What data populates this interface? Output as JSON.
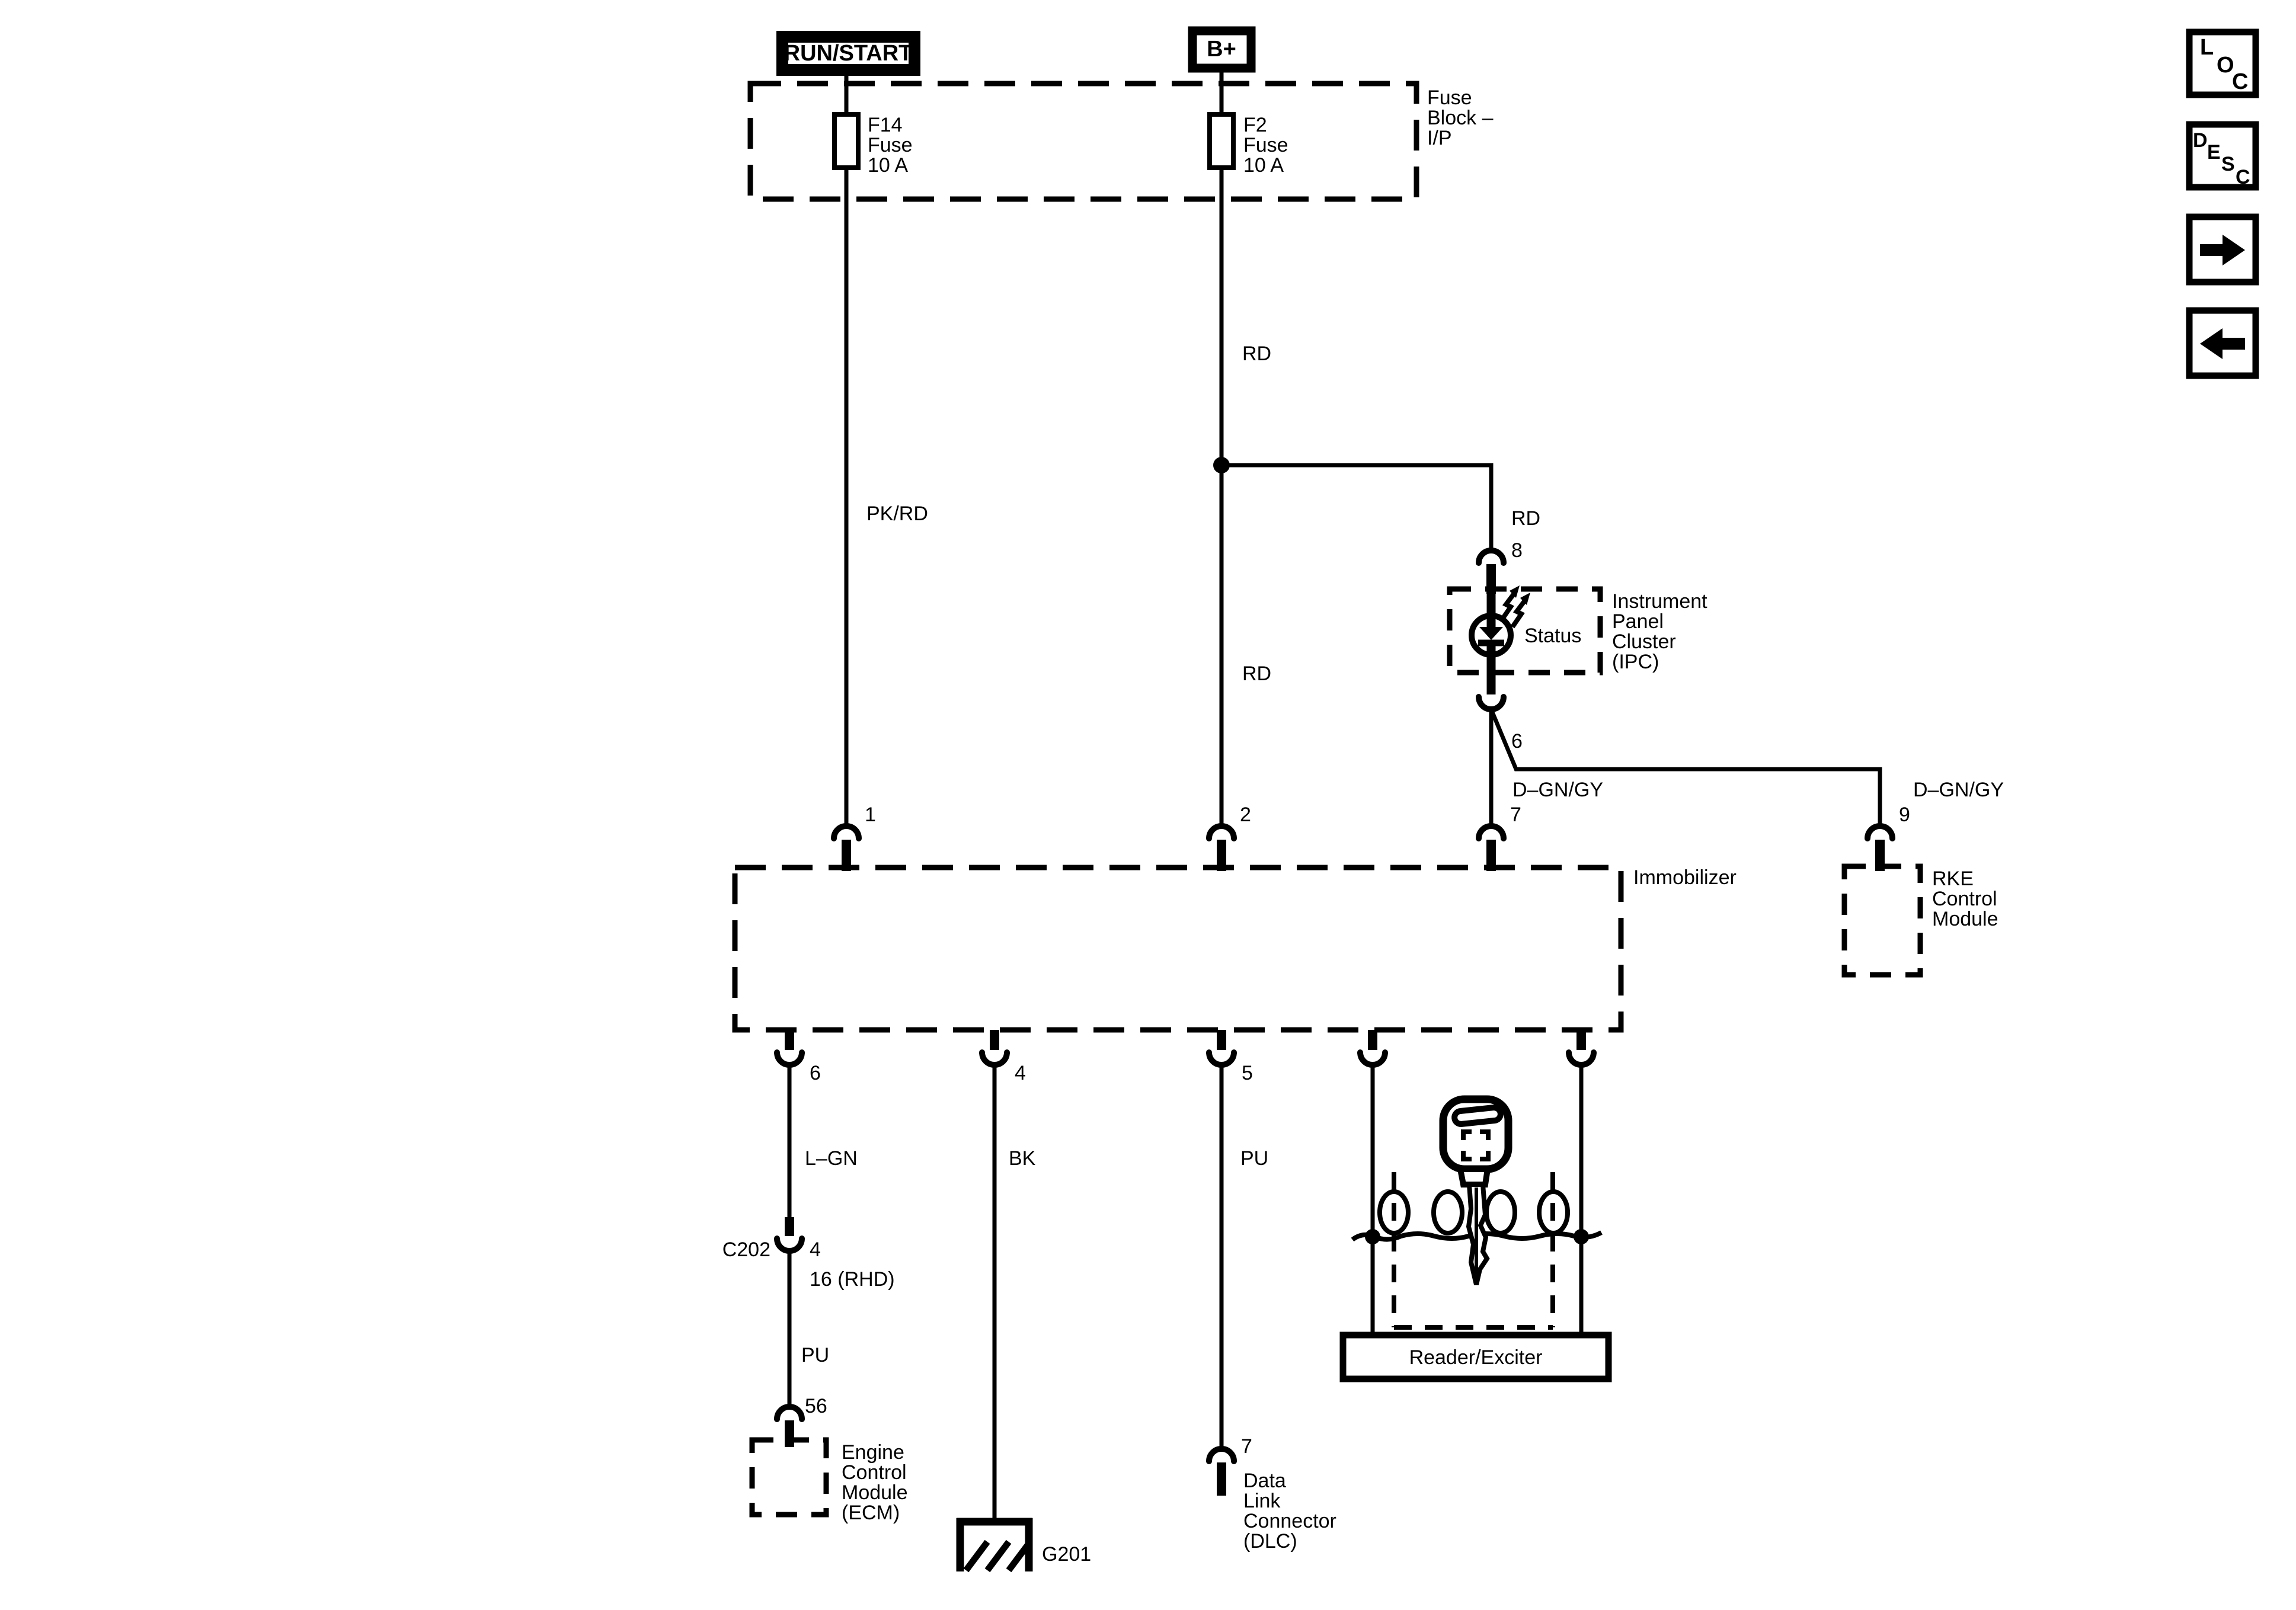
{
  "power": {
    "run_start": "RUN/START",
    "battery": "B+"
  },
  "fuse_block": {
    "label": [
      "Fuse",
      "Block –",
      "I/P"
    ],
    "f14": [
      "F14",
      "Fuse",
      "10 A"
    ],
    "f2": [
      "F2",
      "Fuse",
      "10 A"
    ]
  },
  "wires": {
    "pk_rd": "PK/RD",
    "rd_upper": "RD",
    "rd_branch": "RD",
    "rd_lower": "RD",
    "dgn_gy_left": "D–GN/GY",
    "dgn_gy_right": "D–GN/GY",
    "l_gn": "L–GN",
    "bk": "BK",
    "pu_dlc": "PU",
    "pu_ecm": "PU"
  },
  "ipc": {
    "pin_in": "8",
    "pin_out": "6",
    "led_label": "Status",
    "label": [
      "Instrument",
      "Panel",
      "Cluster",
      "(IPC)"
    ]
  },
  "immobilizer": {
    "label": "Immobilizer",
    "pin_run": "1",
    "pin_batt": "2",
    "pin_ipc": "7",
    "pin_ecm": "6",
    "pin_gnd": "4",
    "pin_dlc": "5"
  },
  "rke": {
    "pin": "9",
    "label": [
      "RKE",
      "Control",
      "Module"
    ]
  },
  "c202": {
    "name": "C202",
    "pin": "4",
    "pin_rhd": "16 (RHD)"
  },
  "ecm": {
    "pin": "56",
    "label": [
      "Engine",
      "Control",
      "Module",
      "(ECM)"
    ]
  },
  "ground": {
    "name": "G201"
  },
  "dlc": {
    "pin": "7",
    "label": [
      "Data",
      "Link",
      "Connector",
      "(DLC)"
    ]
  },
  "reader": {
    "label": "Reader/Exciter"
  },
  "nav": {
    "loc_letters": [
      "L",
      "O",
      "C"
    ],
    "desc_letters": [
      "D",
      "E",
      "S",
      "C"
    ]
  },
  "colors": {
    "line": "#000000",
    "background": "#ffffff"
  }
}
